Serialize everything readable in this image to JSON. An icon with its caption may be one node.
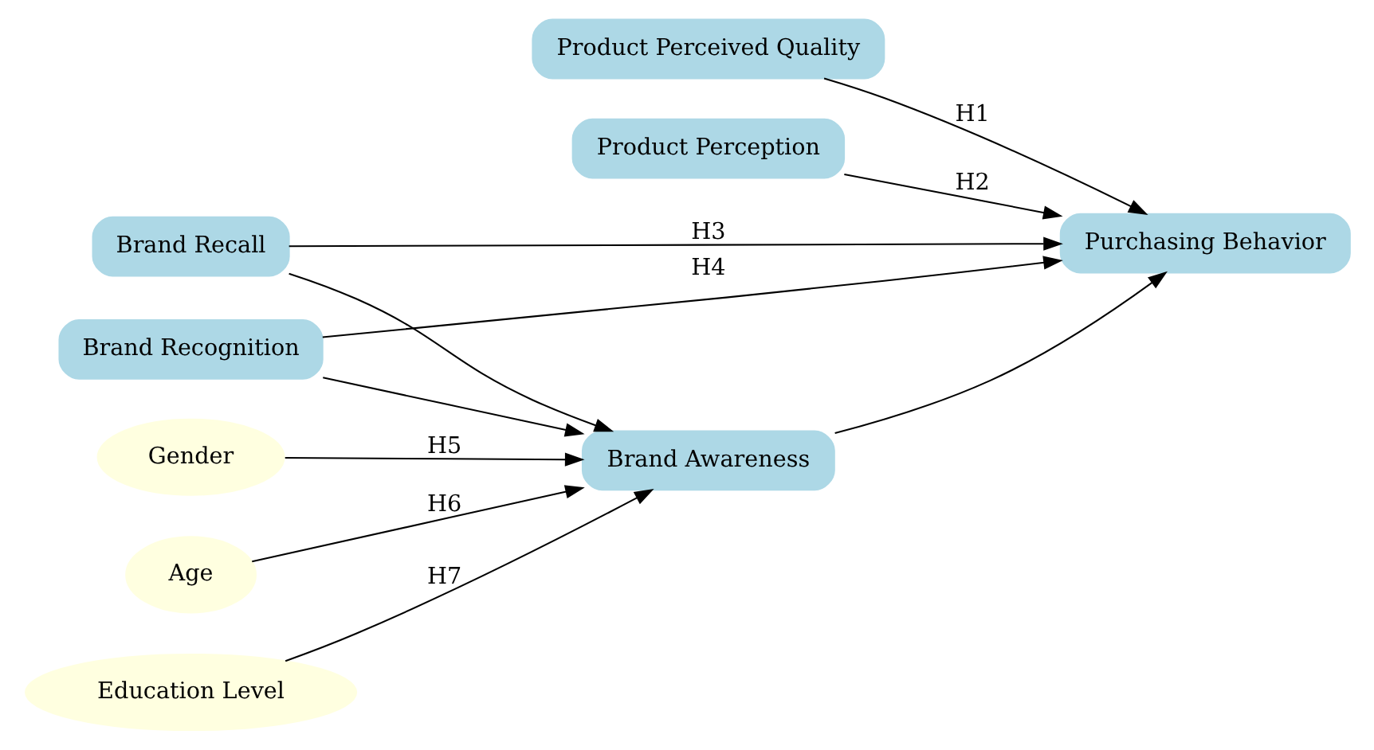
{
  "diagram": {
    "nodes": [
      {
        "text": [
          "Product Perceived Quality"
        ]
      },
      {
        "text": [
          "Product Perception"
        ]
      },
      {
        "text": [
          "Brand Recall"
        ]
      },
      {
        "text": [
          "Brand Recognition"
        ]
      },
      {
        "text": [
          "Purchasing Behavior"
        ]
      },
      {
        "text": [
          "Brand Awareness"
        ]
      },
      {
        "text": [
          "Gender"
        ]
      },
      {
        "text": [
          "Age"
        ]
      },
      {
        "text": [
          "Education Level"
        ]
      }
    ],
    "edges": [
      {
        "from": 0,
        "to": 4,
        "arrow": "to",
        "label": "H1"
      },
      {
        "from": 1,
        "to": 4,
        "arrow": "to",
        "label": "H2"
      },
      {
        "from": 2,
        "to": 4,
        "arrow": "to",
        "label": "H3"
      },
      {
        "from": 3,
        "to": 4,
        "arrow": "to",
        "label": "H4"
      },
      {
        "from": 2,
        "to": 5,
        "arrow": "to"
      },
      {
        "from": 3,
        "to": 5,
        "arrow": "to"
      },
      {
        "from": 6,
        "to": 5,
        "arrow": "to",
        "label": "H5"
      },
      {
        "from": 7,
        "to": 5,
        "arrow": "to",
        "label": "H6"
      },
      {
        "from": 8,
        "to": 5,
        "arrow": "to",
        "label": "H7"
      },
      {
        "from": 5,
        "to": 4,
        "arrow": "to"
      }
    ]
  }
}
